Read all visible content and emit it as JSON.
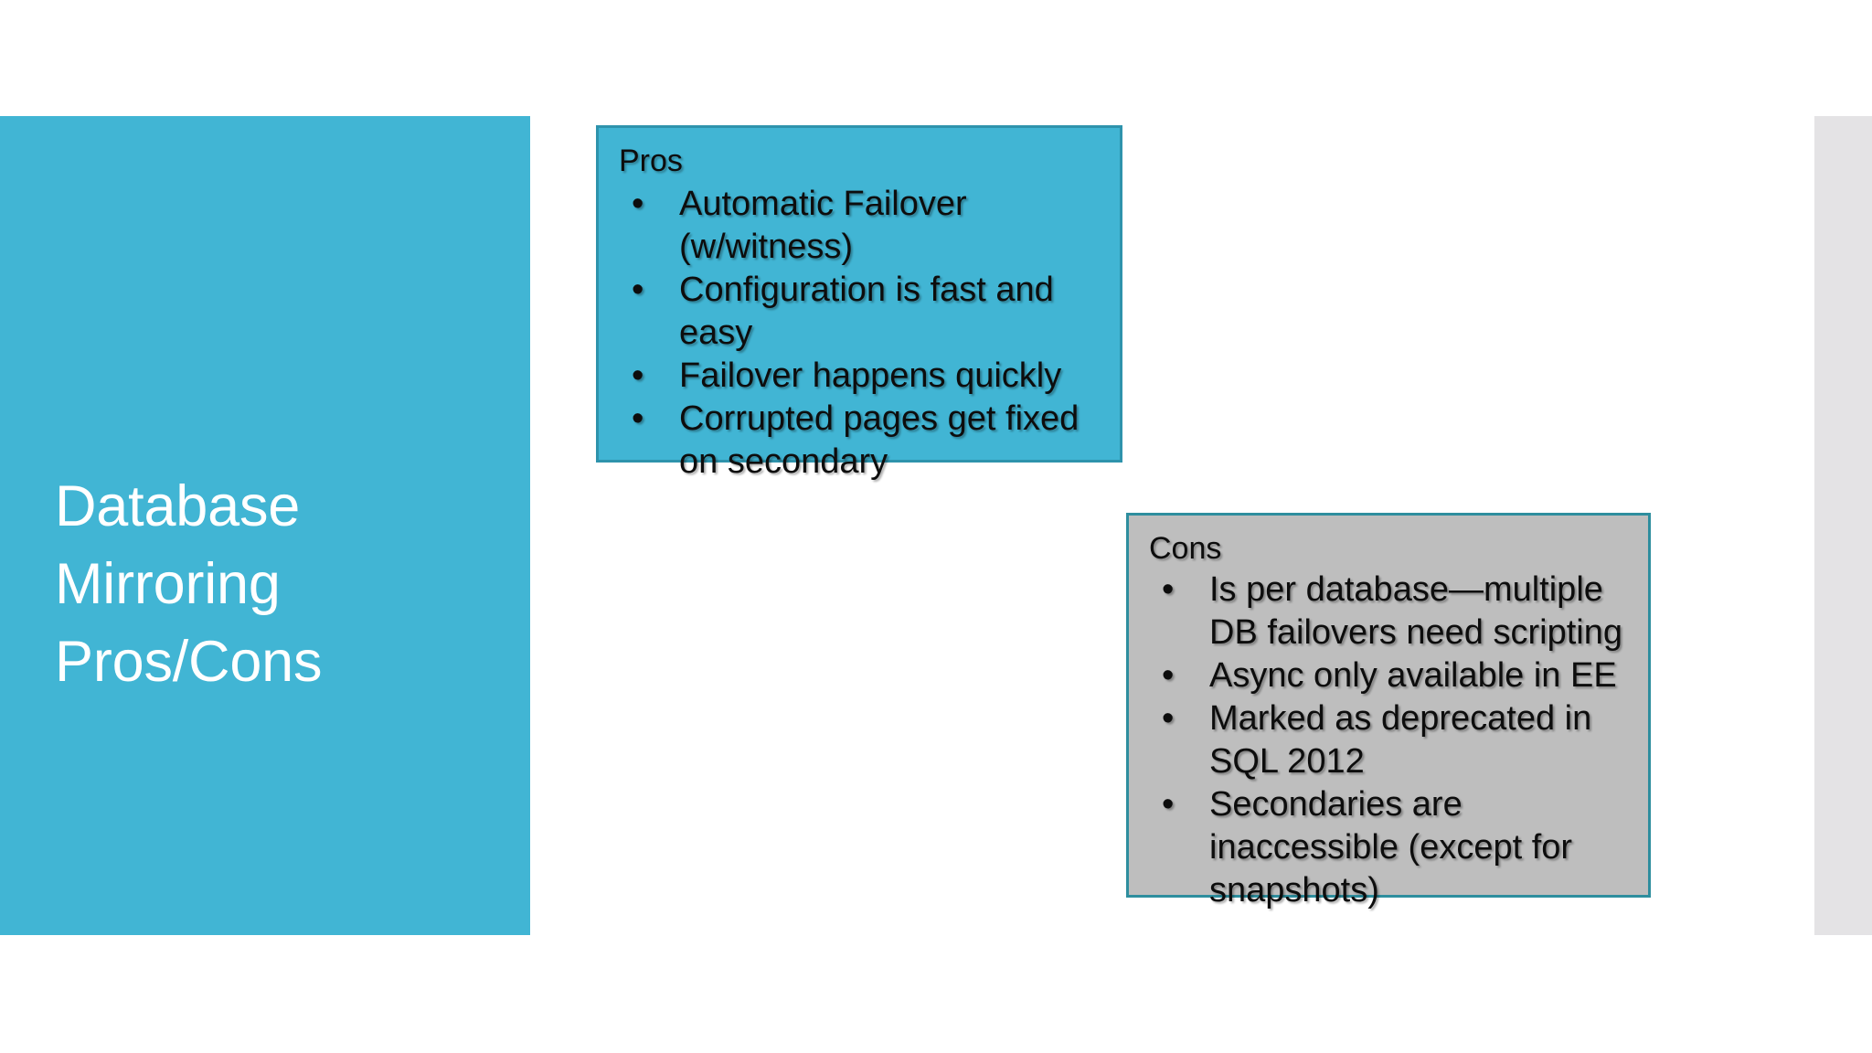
{
  "slide": {
    "background_color": "#FFFFFF",
    "title_panel": {
      "color": "#41B5D4",
      "text_color": "#FFFFFF",
      "title": "Database Mirroring Pros/Cons"
    },
    "right_strip": {
      "color": "#E4E3E5"
    },
    "pros_box": {
      "heading": "Pros",
      "fill_color": "#41B5D4",
      "border_color": "#2E93AC",
      "text_color": "#0D0D0D",
      "bullet_glyph": "•",
      "items": [
        "Automatic Failover (w/witness)",
        "Configuration is fast and easy",
        "Failover happens quickly",
        "Corrupted pages get fixed on secondary"
      ]
    },
    "cons_box": {
      "heading": "Cons",
      "fill_color": "#BEBEBE",
      "border_color": "#2E8E9E",
      "text_color": "#0D0D0D",
      "bullet_glyph": "•",
      "items": [
        "Is per database—multiple DB failovers need scripting",
        "Async only available in EE",
        "Marked as deprecated in SQL 2012",
        "Secondaries are inaccessible (except for snapshots)"
      ]
    }
  }
}
